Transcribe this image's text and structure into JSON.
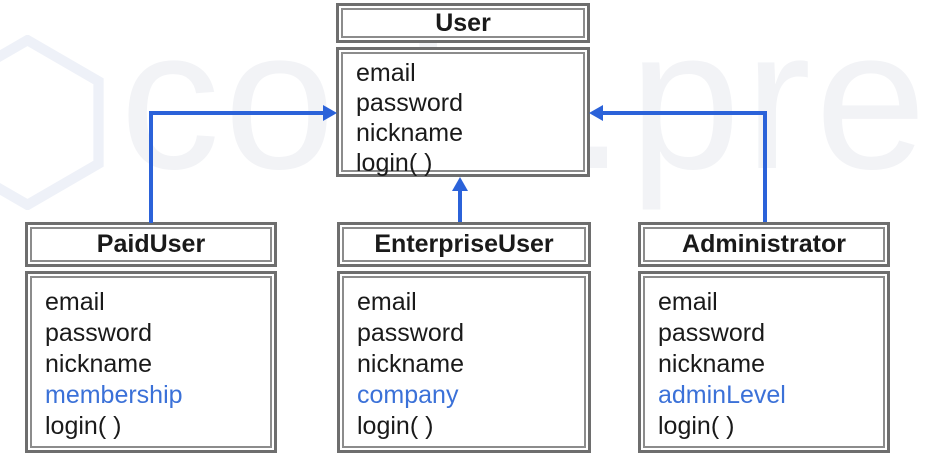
{
  "watermark": {
    "text": "code.press",
    "logo": "hexagon-logo"
  },
  "colors": {
    "arrow_blue": "#2b62d9",
    "highlight_blue": "#3b71d8",
    "box_border_gray": "#6e6e6e",
    "text_black": "#1a1a1a",
    "watermark_gray": "#f2f3f6"
  },
  "classes": [
    {
      "name": "User",
      "attributes": [
        {
          "text": "email"
        },
        {
          "text": "password"
        },
        {
          "text": "nickname"
        },
        {
          "text": "login( )"
        }
      ]
    },
    {
      "name": "PaidUser",
      "attributes": [
        {
          "text": "email"
        },
        {
          "text": "password"
        },
        {
          "text": "nickname"
        },
        {
          "text": "membership",
          "highlight": true
        },
        {
          "text": "login( )"
        }
      ]
    },
    {
      "name": "EnterpriseUser",
      "attributes": [
        {
          "text": "email"
        },
        {
          "text": "password"
        },
        {
          "text": "nickname"
        },
        {
          "text": "company",
          "highlight": true
        },
        {
          "text": "login( )"
        }
      ]
    },
    {
      "name": "Administrator",
      "attributes": [
        {
          "text": "email"
        },
        {
          "text": "password"
        },
        {
          "text": "nickname"
        },
        {
          "text": "adminLevel",
          "highlight": true
        },
        {
          "text": "login( )"
        }
      ]
    }
  ],
  "relations": [
    {
      "from": "PaidUser",
      "to": "User",
      "type": "generalization"
    },
    {
      "from": "EnterpriseUser",
      "to": "User",
      "type": "generalization"
    },
    {
      "from": "Administrator",
      "to": "User",
      "type": "generalization"
    }
  ]
}
